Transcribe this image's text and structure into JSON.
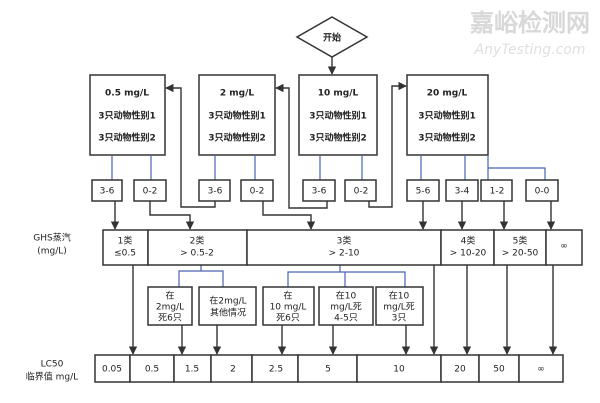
{
  "start": "开始",
  "tests": [
    {
      "conc": "0.5 mg/L",
      "line1": "3只动物性别1",
      "line2": "3只动物性别2",
      "outcomes": [
        "3-6",
        "0-2"
      ]
    },
    {
      "conc": "2 mg/L",
      "line1": "3只动物性别1",
      "line2": "3只动物性别2",
      "outcomes": [
        "3-6",
        "0-2"
      ]
    },
    {
      "conc": "10 mg/L",
      "line1": "3只动物性别1",
      "line2": "3只动物性别2",
      "outcomes": [
        "3-6",
        "0-2"
      ]
    },
    {
      "conc": "20 mg/L",
      "line1": "3只动物性别1",
      "line2": "3只动物性别2",
      "outcomes": [
        "5-6",
        "3-4",
        "1-2",
        "0-0"
      ]
    }
  ],
  "ghs": {
    "label1": "GHS蒸汽",
    "label2": "(mg/L)",
    "cells": [
      {
        "a": "1类",
        "b": "≤0.5"
      },
      {
        "a": "2类",
        "b": "> 0.5-2"
      },
      {
        "a": "3类",
        "b": "> 2-10"
      },
      {
        "a": "4类",
        "b": "> 10-20"
      },
      {
        "a": "5类",
        "b": "> 20-50"
      },
      {
        "a": "∞",
        "b": ""
      }
    ]
  },
  "sub": [
    [
      "在",
      "2mg/L",
      "死6只"
    ],
    [
      "在2mg/L",
      "其他情况"
    ],
    [
      "在",
      "10 mg/L",
      "死6只"
    ],
    [
      "在10",
      "mg/L死",
      "4-5只"
    ],
    [
      "在10",
      "mg/L死",
      "3只"
    ]
  ],
  "lc50": {
    "label1": "LC50",
    "label2": "临界值 mg/L",
    "cells": [
      "0.05",
      "0.5",
      "1.5",
      "2",
      "2.5",
      "5",
      "10",
      "20",
      "50",
      "∞"
    ]
  },
  "watermark": {
    "cn": "嘉峪检测网",
    "en": "AnyTesting.com"
  },
  "colors": {
    "line": "#333333",
    "connector": "#4a63b5"
  }
}
